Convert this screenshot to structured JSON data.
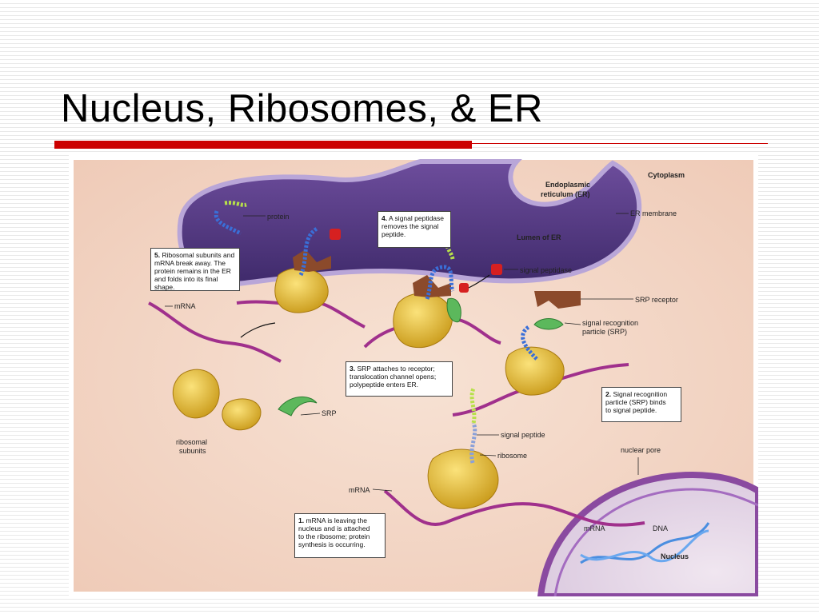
{
  "slide": {
    "title": "Nucleus, Ribosomes, & ER"
  },
  "figure": {
    "labels": {
      "cytoplasm": "Cytoplasm",
      "er_line1": "Endoplasmic",
      "er_line2": "reticulum (ER)",
      "er_membrane": "ER membrane",
      "lumen": "Lumen of ER",
      "protein": "protein",
      "signal_peptidase": "signal peptidase",
      "srp_receptor": "SRP receptor",
      "srp_particle_line1": "signal recognition",
      "srp_particle_line2": "particle (SRP)",
      "mrna_left": "mRNA",
      "srp": "SRP",
      "ribosomal_subunits_line1": "ribosomal",
      "ribosomal_subunits_line2": "subunits",
      "signal_peptide": "signal peptide",
      "ribosome": "ribosome",
      "mrna_bottom": "mRNA",
      "nuclear_pore": "nuclear pore",
      "mrna_nucleus": "mRNA",
      "dna": "DNA",
      "nucleus": "Nucleus"
    },
    "steps": {
      "step1": {
        "num": "1.",
        "text": "mRNA is leaving the\nnucleus and is attached\nto the ribosome; protein\nsynthesis is occurring."
      },
      "step2": {
        "num": "2.",
        "text": "Signal recognition\nparticle (SRP) binds\nto signal peptide."
      },
      "step3": {
        "num": "3.",
        "text": "SRP attaches to receptor;\ntranslocation channel opens;\npolypeptide enters ER."
      },
      "step4": {
        "num": "4.",
        "text": "A signal peptidase\nremoves the signal\npeptide."
      },
      "step5": {
        "num": "5.",
        "text": "Ribosomal subunits and\nmRNA break away. The\nprotein remains in the ER\nand folds into its final shape."
      }
    }
  },
  "colors": {
    "title_accent": "#cc0000",
    "er_purple": "#5b3a8a",
    "cytoplasm": "#f3d6c6",
    "ribosome_yellow": "#e8c23a",
    "mrna_magenta": "#a0308c",
    "srp_green": "#5cb85c",
    "peptidase_red": "#d62020"
  }
}
